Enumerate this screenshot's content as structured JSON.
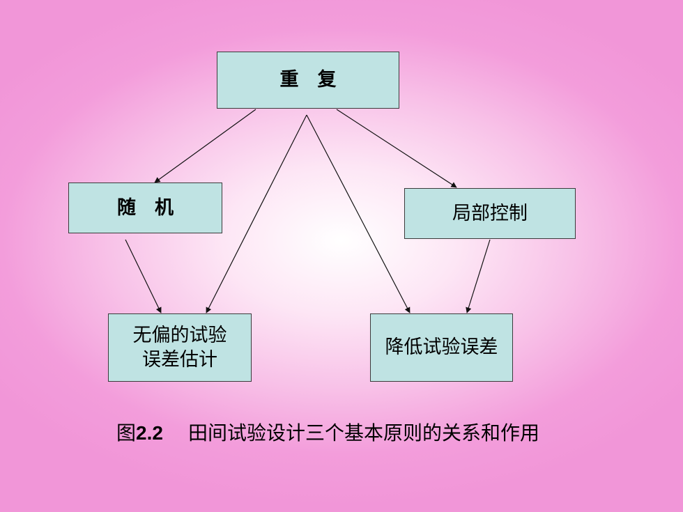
{
  "nodes": {
    "repeat": "重　复",
    "random": "随　机",
    "local_control": "局部控制",
    "unbiased_line1": "无偏的试验",
    "unbiased_line2": "误差估计",
    "reduce_error": "降低试验误差"
  },
  "edges": [
    {
      "from": "repeat",
      "to": "random"
    },
    {
      "from": "repeat",
      "to": "unbiased_estimate"
    },
    {
      "from": "repeat",
      "to": "reduce_error"
    },
    {
      "from": "repeat",
      "to": "local_control"
    },
    {
      "from": "random",
      "to": "unbiased_estimate"
    },
    {
      "from": "local_control",
      "to": "reduce_error"
    }
  ],
  "caption": {
    "prefix": "图",
    "number": "2.2",
    "text": "田间试验设计三个基本原则的关系和作用"
  },
  "colors": {
    "box_fill": "#bfe3e3",
    "box_border": "#3a3a3a",
    "background_edge": "#f196d8",
    "background_center": "#ffffff"
  }
}
